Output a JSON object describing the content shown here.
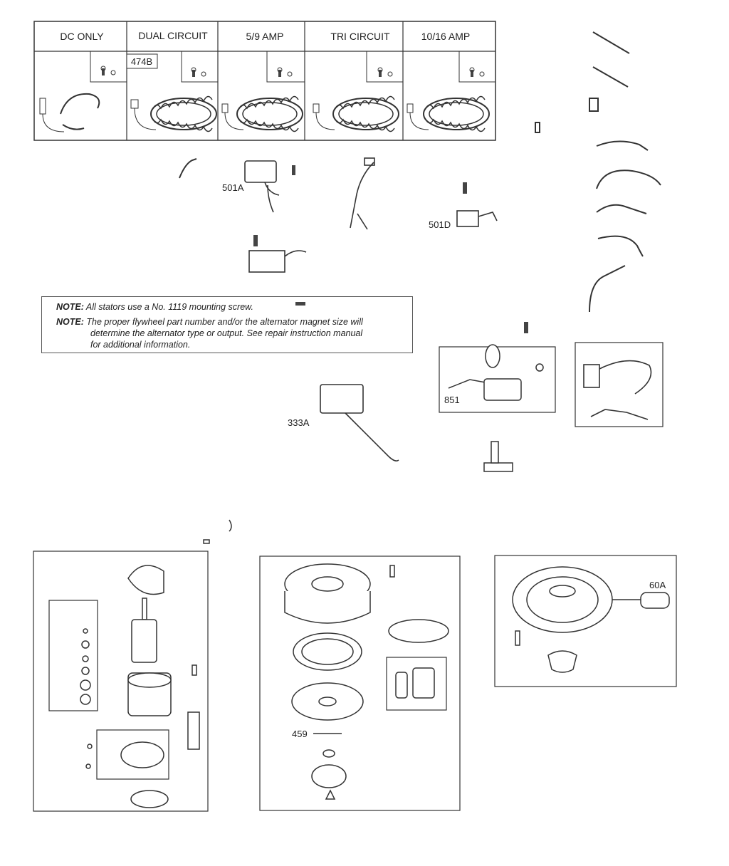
{
  "stator_table": {
    "headers": [
      "DC ONLY",
      "DUAL CIRCUIT",
      "5/9 AMP",
      "TRI CIRCUIT",
      "10/16 AMP"
    ],
    "badge": "474B"
  },
  "part_labels": {
    "p501A": "501A",
    "p501D": "501D",
    "p333A": "333A",
    "p851": "851",
    "p459": "459",
    "p60A": "60A"
  },
  "notes": {
    "note1_prefix": "NOTE:",
    "note1_text": "All stators use a No. 1119 mounting screw.",
    "note2_prefix": "NOTE:",
    "note2_line1": "The proper flywheel part number and/or the alternator magnet size will",
    "note2_line2": "determine the alternator type or output. See repair instruction manual",
    "note2_line3": "for additional information."
  }
}
